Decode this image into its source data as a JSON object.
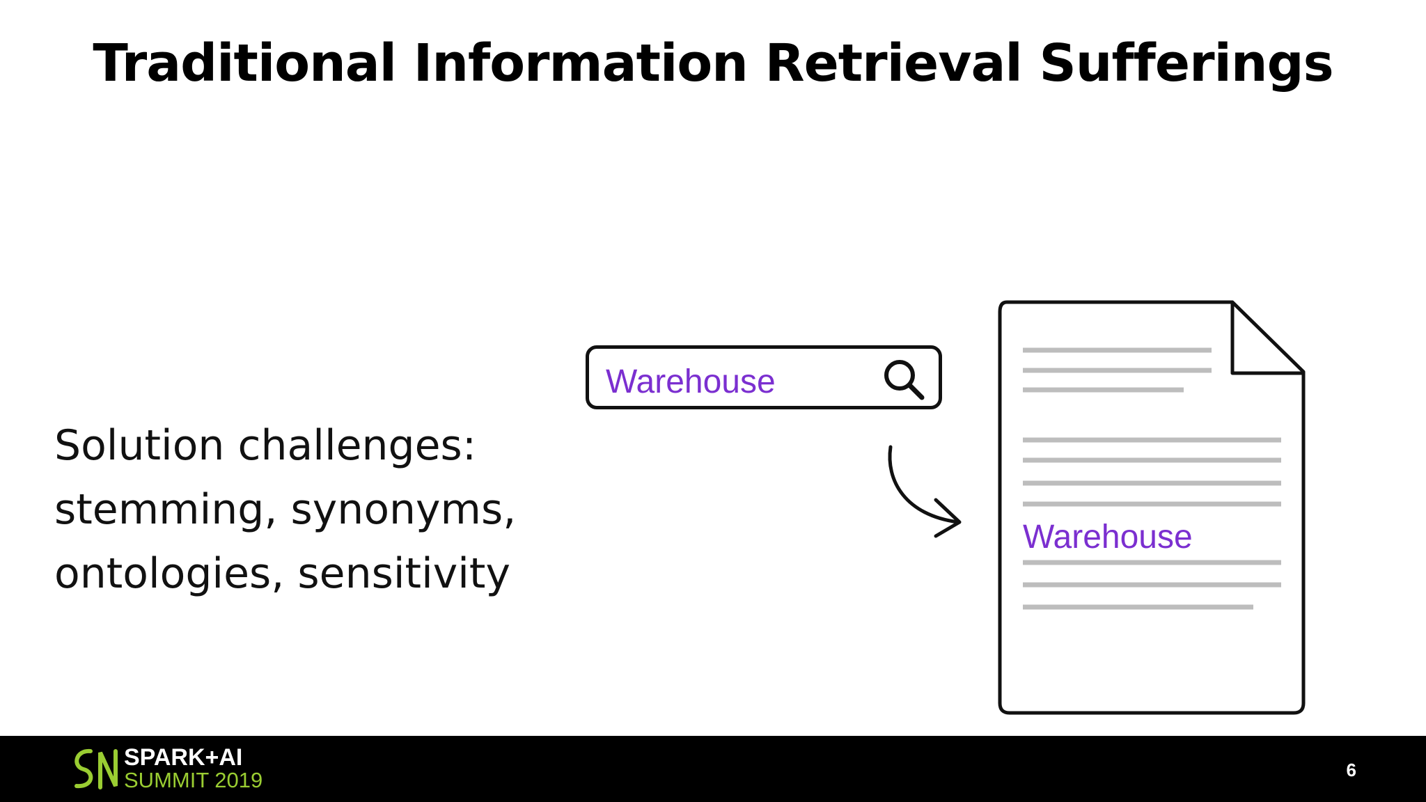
{
  "slide": {
    "title": "Traditional Information Retrieval Sufferings",
    "body_lines": [
      "Solution challenges:",
      "stemming, synonyms,",
      "ontologies, sensitivity"
    ]
  },
  "search": {
    "query": "Warehouse",
    "icon": "search-icon"
  },
  "document": {
    "highlighted_word": "Warehouse"
  },
  "footer": {
    "logo_line1": "SPARK+AI",
    "logo_line2": "SUMMIT 2019",
    "page_number": "6"
  },
  "colors": {
    "accent_purple": "#7b2fd0",
    "logo_green": "#9acd32",
    "placeholder_line_gray": "#bdbdbd",
    "footer_bg": "#000000"
  }
}
